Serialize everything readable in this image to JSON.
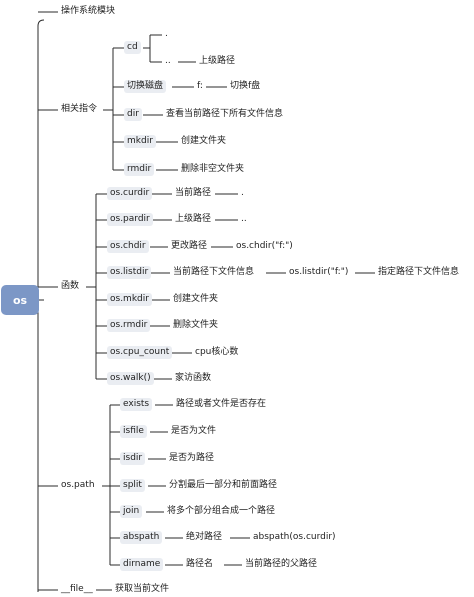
{
  "root": "os",
  "nodes": {
    "mod_title": "操作系统模块",
    "related": "相关指令",
    "cd": "cd",
    "dot": ".",
    "dotdot": "..",
    "up_dir": "上级路径",
    "switch_disk": "切换磁盘",
    "f_colon": "f:",
    "switch_f": "切换f盘",
    "dir": "dir",
    "dir_desc": "查看当前路径下所有文件信息",
    "mkdir": "mkdir",
    "mkdir_desc": "创建文件夹",
    "rmdir": "rmdir",
    "rmdir_desc": "删除非空文件夹",
    "funcs": "函数",
    "curdir": "os.curdir",
    "curdir_desc": "当前路径",
    "curdir_val": ".",
    "pardir": "os.pardir",
    "pardir_desc": "上级路径",
    "pardir_val": "..",
    "chdir": "os.chdir",
    "chdir_desc": "更改路径",
    "chdir_ex": "os.chdir(\"f:\")",
    "listdir": "os.listdir",
    "listdir_desc": "当前路径下文件信息",
    "listdir_ex": "os.listdir(\"f:\")",
    "listdir_ex_desc": "指定路径下文件信息",
    "omkdir": "os.mkdir",
    "omkdir_desc": "创建文件夹",
    "ormdir": "os.rmdir",
    "ormdir_desc": "删除文件夹",
    "cpu": "os.cpu_count",
    "cpu_desc": "cpu核心数",
    "walk": "os.walk()",
    "walk_desc": "家访函数",
    "path": "os.path",
    "exists": "exists",
    "exists_desc": "路径或者文件是否存在",
    "isfile": "isfile",
    "isfile_desc": "是否为文件",
    "isdir": "isdir",
    "isdir_desc": "是否为路径",
    "split": "split",
    "split_desc": "分割最后一部分和前面路径",
    "join": "join",
    "join_desc": "将多个部分组合成一个路径",
    "abspath": "abspath",
    "abspath_desc": "绝对路径",
    "abspath_ex": "abspath(os.curdir)",
    "dirname": "dirname",
    "dirname_desc": "路径名",
    "dirname_ex": "当前路径的父路径",
    "file": "__file__",
    "file_desc": "获取当前文件"
  },
  "colors": {
    "root_bg": "#7c97c6",
    "branch_line": "#2b2b2b",
    "node_bg": "#eaedf2"
  }
}
